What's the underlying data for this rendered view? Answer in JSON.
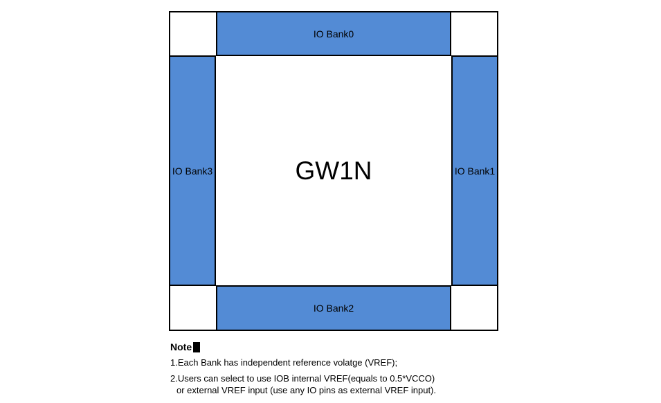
{
  "figure": {
    "chip_label": "GW1N",
    "banks": [
      {
        "id": "bank0",
        "label": "IO Bank0",
        "position": "top"
      },
      {
        "id": "bank1",
        "label": "IO Bank1",
        "position": "right"
      },
      {
        "id": "bank2",
        "label": "IO Bank2",
        "position": "bottom"
      },
      {
        "id": "bank3",
        "label": "IO Bank3",
        "position": "left"
      }
    ],
    "colors": {
      "bank_fill": "#538bd5",
      "outline": "#000000",
      "page_background": "#ffffff"
    }
  },
  "note": {
    "heading": "Note",
    "lines": [
      "1.Each Bank has independent reference volatge (VREF);",
      "2.Users can select to use IOB internal VREF(equals to 0.5*VCCO)",
      "or external VREF input (use any IO pins as external VREF input)."
    ]
  }
}
